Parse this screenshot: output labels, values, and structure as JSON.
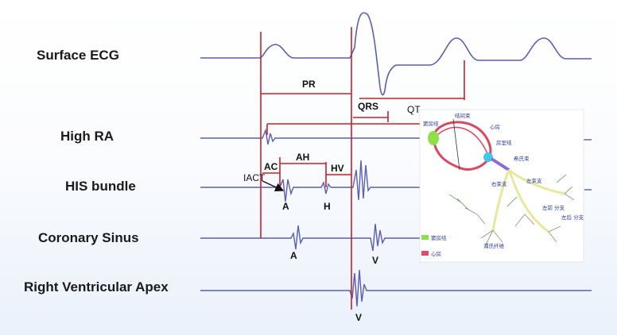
{
  "rows": [
    {
      "id": "surface-ecg",
      "label": "Surface ECG"
    },
    {
      "id": "high-ra",
      "label": "High RA"
    },
    {
      "id": "his-bundle",
      "label": "HIS bundle"
    },
    {
      "id": "coronary-sinus",
      "label": "Coronary Sinus"
    },
    {
      "id": "rv-apex",
      "label": "Right Ventricular Apex"
    }
  ],
  "intervals": {
    "pr": "PR",
    "qrs": "QRS",
    "qt": "QT",
    "ac": "AC",
    "ah": "AH",
    "hv": "HV",
    "iact": "IACT"
  },
  "wave_labels": {
    "his_a": "A",
    "his_h": "H",
    "cs_a": "A",
    "cs_v": "V",
    "rva_v": "V"
  },
  "inset": {
    "labels": {
      "sa_node": "窦房结",
      "internodal": "结间束",
      "atrium": "心房",
      "av_node": "房室结",
      "his": "希氏束",
      "right_bundle": "右束支",
      "left_bundle": "左束支",
      "left_anterior": "左前\n分支",
      "left_posterior": "左后\n分支",
      "purkinje": "浦氏纤维"
    },
    "legend": [
      {
        "label": "窦房结",
        "color": "#8ee04a"
      },
      {
        "label": "心房",
        "color": "#e04a62"
      }
    ]
  },
  "colors": {
    "trace": "#5a5fb0",
    "marker": "#c8202a",
    "inset_atrium": "#d9485e",
    "inset_conduction": "#e8e89a"
  }
}
